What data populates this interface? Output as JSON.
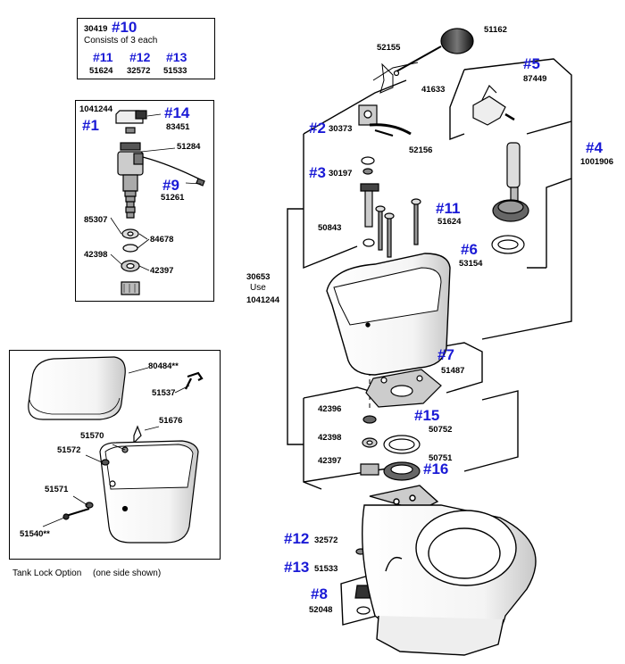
{
  "kit_box": {
    "code": "30419",
    "ref": "#10",
    "desc": "Consists of 3 each",
    "items": [
      {
        "ref": "#11",
        "code": "51624"
      },
      {
        "ref": "#12",
        "code": "32572"
      },
      {
        "ref": "#13",
        "code": "51533"
      }
    ]
  },
  "fill_valve_box": {
    "code": "1041244",
    "ref": "#1",
    "labels": {
      "ref14": "#14",
      "c83451": "83451",
      "c51284": "51284",
      "ref9": "#9",
      "c51261": "51261",
      "c85307": "85307",
      "c84678": "84678",
      "c42398": "42398",
      "c42397": "42397"
    }
  },
  "tank_lock_box": {
    "labels": {
      "c80484": "80484**",
      "c51537": "51537",
      "c51676": "51676",
      "c51570": "51570",
      "c51572": "51572",
      "c51571": "51571",
      "c51540": "51540**"
    },
    "caption": "Tank Lock Option",
    "caption_note": "(one side shown)"
  },
  "main": {
    "c52155": "52155",
    "c51162": "51162",
    "c41633": "41633",
    "ref5": "#5",
    "c87449": "87449",
    "ref2": "#2",
    "c30373": "30373",
    "c52156": "52156",
    "ref4": "#4",
    "c1001906": "1001906",
    "ref3": "#3",
    "c30197": "30197",
    "c50843": "50843",
    "ref11": "#11",
    "c51624": "51624",
    "ref6": "#6",
    "c53154": "53154",
    "c30653": "30653",
    "use": "Use",
    "c1041244": "1041244",
    "ref7": "#7",
    "c51487": "51487",
    "c42396": "42396",
    "ref15": "#15",
    "c50752": "50752",
    "c42398": "42398",
    "c42397": "42397",
    "c50751": "50751",
    "ref16": "#16",
    "ref12": "#12",
    "c32572": "32572",
    "ref13": "#13",
    "c51533": "51533",
    "ref8": "#8",
    "c52048": "52048"
  }
}
